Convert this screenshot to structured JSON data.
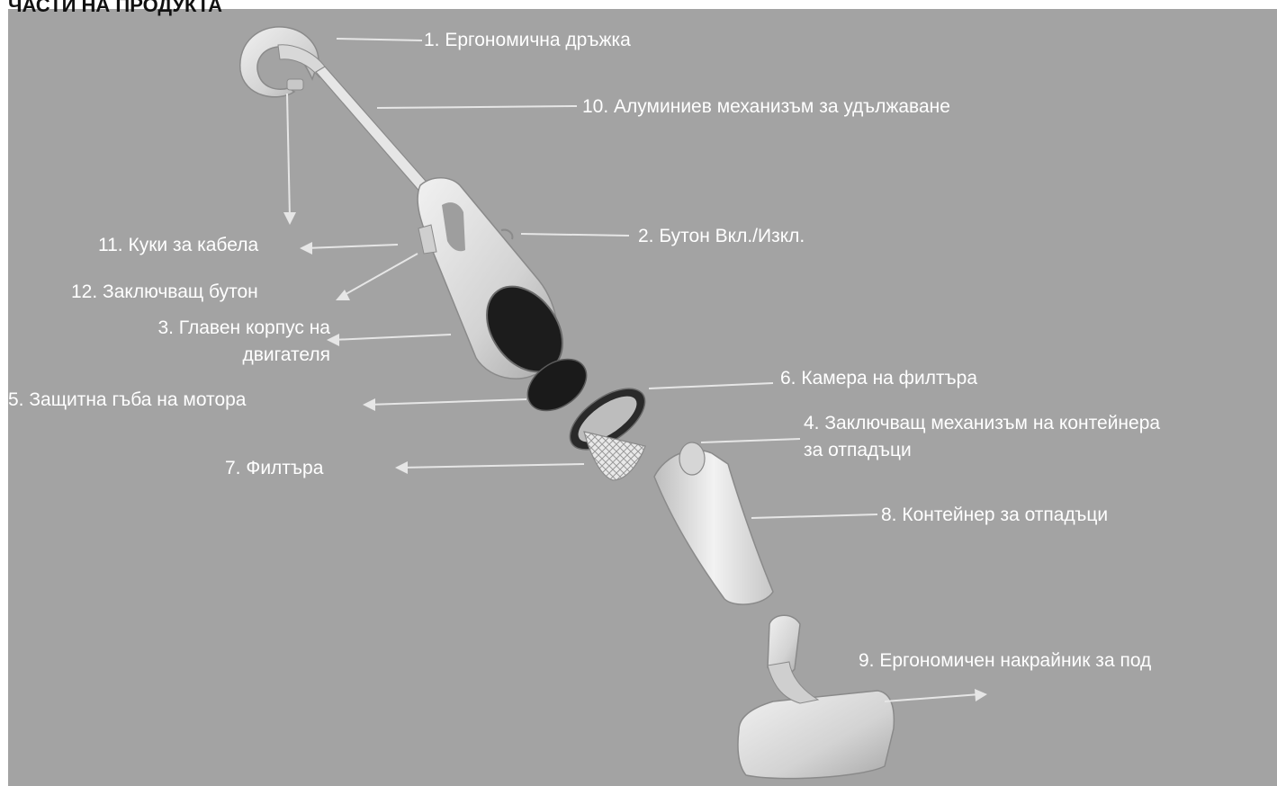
{
  "heading": "ЧАСТИ НА ПРОДУКТА",
  "colors": {
    "background": "#a3a3a3",
    "label_text": "#ffffff",
    "leader_line": "#e6e6e6",
    "part_body": "#dcdcdc",
    "part_dark": "#1c1c1c"
  },
  "labels": {
    "p1": "1. Ергономична дръжка",
    "p10": "10. Алуминиев механизъм за удължаване",
    "p11": "11. Куки за кабела",
    "p2": "2. Бутон Вкл./Изкл.",
    "p12": "12. Заключващ бутон",
    "p3_line1": "3. Главен корпус на",
    "p3_line2": "двигателя",
    "p6": "6. Камера на филтъра",
    "p5": "5. Защитна гъба на мотора",
    "p4_line1": "4. Заключващ механизъм на контейнера",
    "p4_line2": "за отпадъци",
    "p7": "7. Филтъра",
    "p8": "8. Контейнер за отпадъци",
    "p9": "9. Ергономичен накрайник за под"
  }
}
